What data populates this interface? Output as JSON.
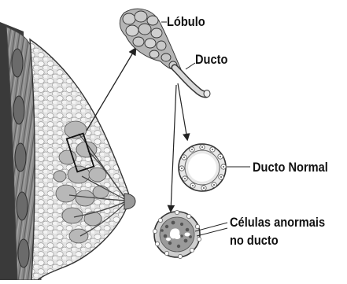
{
  "labels": {
    "lobulo": "Lóbulo",
    "ducto": "Ducto",
    "ducto_normal": "Ducto Normal",
    "celulas_anormais_line1": "Células anormais",
    "celulas_anormais_line2": "no ducto"
  }
}
